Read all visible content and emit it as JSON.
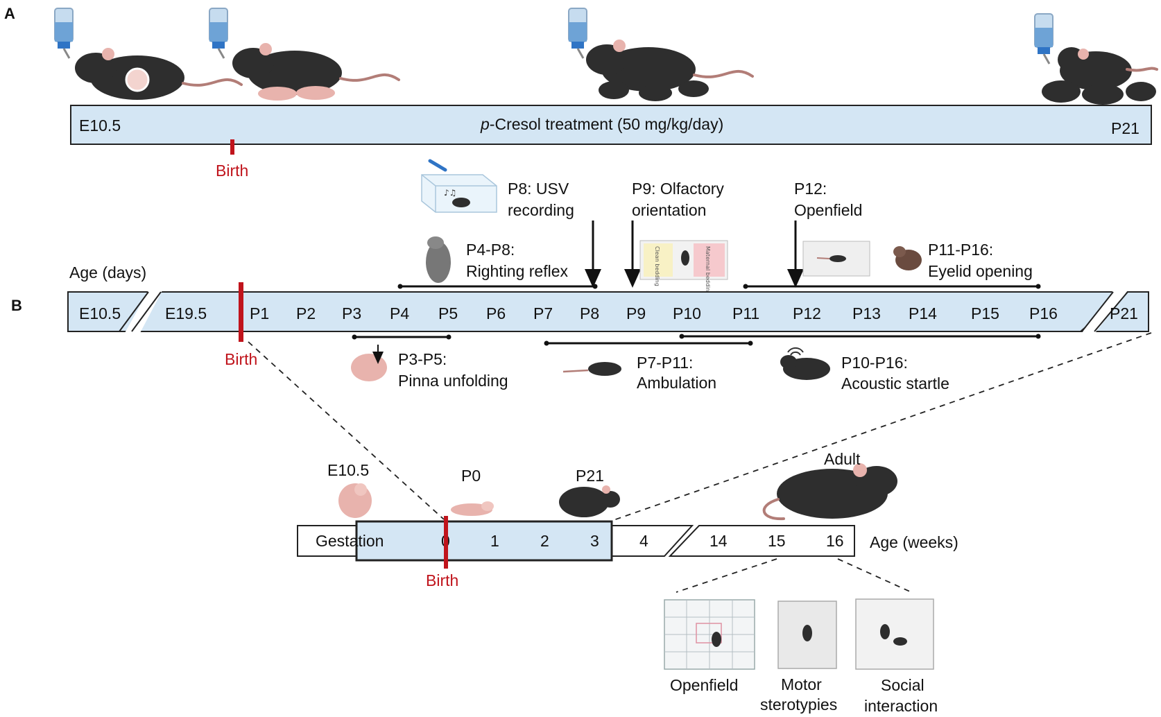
{
  "panel_a": {
    "label": "A",
    "start": "E10.5",
    "end": "P21",
    "treatment_italic": "p",
    "treatment_rest": "-Cresol treatment (50 mg/kg/day)",
    "birth": "Birth"
  },
  "panel_b": {
    "label": "B",
    "age_days_label": "Age (days)",
    "birth": "Birth",
    "timeline_days": [
      "E10.5",
      "E19.5",
      "P1",
      "P2",
      "P3",
      "P4",
      "P5",
      "P6",
      "P7",
      "P8",
      "P9",
      "P10",
      "P11",
      "P12",
      "P13",
      "P14",
      "P15",
      "P16",
      "P21"
    ],
    "tests_above": {
      "usv_line1": "P8: USV",
      "usv_line2": "recording",
      "olf_line1": "P9: Olfactory",
      "olf_line2": "orientation",
      "open_line1": "P12:",
      "open_line2": "Openfield",
      "righting_line1": "P4-P8:",
      "righting_line2": "Righting reflex",
      "eyelid_line1": "P11-P16:",
      "eyelid_line2": "Eyelid opening",
      "clean_bedding": "Clean bedding",
      "maternal_bedding": "Maternal bedding"
    },
    "tests_below": {
      "pinna_line1": "P3-P5:",
      "pinna_line2": "Pinna unfolding",
      "amb_line1": "P7-P11:",
      "amb_line2": "Ambulation",
      "startle_line1": "P10-P16:",
      "startle_line2": "Acoustic startle"
    }
  },
  "weeks_timeline": {
    "stage_e105": "E10.5",
    "stage_p0": "P0",
    "stage_p21": "P21",
    "stage_adult": "Adult",
    "gestation": "Gestation",
    "weeks": [
      "0",
      "1",
      "2",
      "3",
      "4",
      "14",
      "15",
      "16"
    ],
    "age_weeks_label": "Age (weeks)",
    "birth": "Birth",
    "adult_tests": {
      "openfield": "Openfield",
      "motor_line1": "Motor",
      "motor_line2": "sterotypies",
      "social_line1": "Social",
      "social_line2": "interaction"
    }
  },
  "colors": {
    "bar_fill": "#d4e6f4",
    "birth_red": "#c0141c",
    "mouse_dark": "#2e2e2e",
    "pup_pink": "#e8b3ad"
  }
}
